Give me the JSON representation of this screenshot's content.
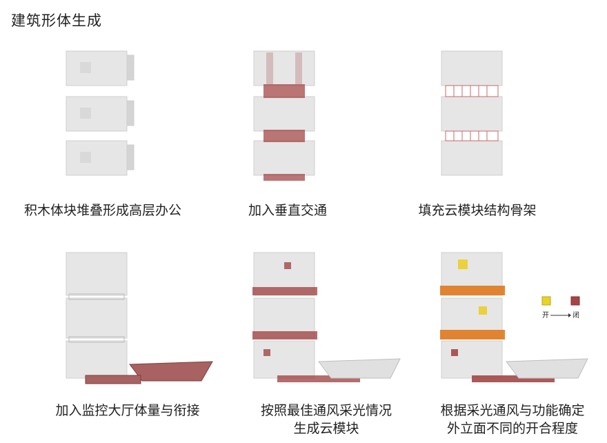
{
  "title": "建筑形体生成",
  "panels": [
    {
      "caption": "积木体块堆叠形成高层办公"
    },
    {
      "caption": "加入垂直交通"
    },
    {
      "caption": "填充云模块结构骨架"
    },
    {
      "caption": "加入监控大厅体量与衔接"
    },
    {
      "caption": "按照最佳通风采光情况",
      "caption2": "生成云模块"
    },
    {
      "caption": "根据采光通风与功能确定",
      "caption2": "外立面不同的开合程度"
    }
  ],
  "legend": {
    "open_label": "开",
    "close_label": "闭",
    "open_color": "#e8d22a",
    "close_color": "#a84444"
  },
  "colors": {
    "mass": "#e6e6e6",
    "mass_side": "#d2d2d2",
    "core": "#a34848",
    "grid": "#c46a6a",
    "orange": "#e07a1e",
    "yellow": "#eccf2a"
  }
}
